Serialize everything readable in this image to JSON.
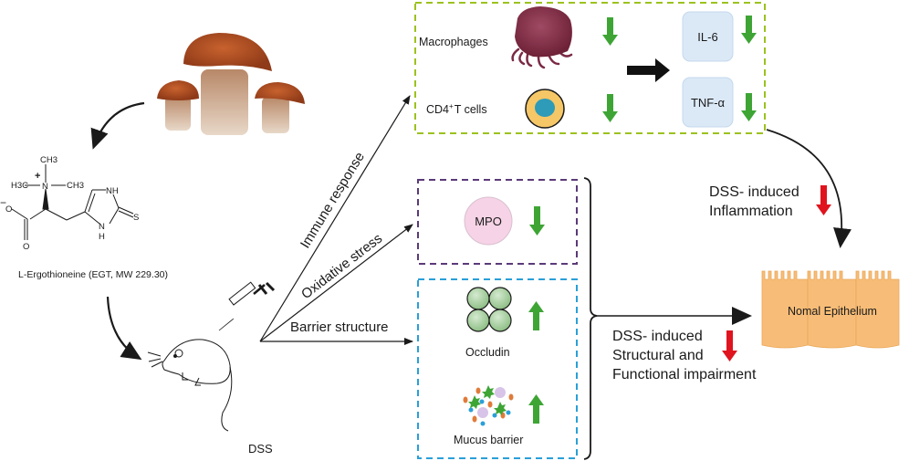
{
  "compound": {
    "label": "L-Ergothioneine (EGT, MW 229.30)",
    "atoms": {
      "ch3_top": "CH3",
      "h3c_left": "H3C",
      "ch3_right": "CH3",
      "n_plus": "N",
      "charge_plus": "+",
      "charge_minus": "−",
      "o_carboxylate": "O",
      "o_carbonyl": "O",
      "nh_top": "NH",
      "nh_bottom_n": "N",
      "nh_bottom_h": "H",
      "s": "S"
    }
  },
  "model": {
    "label": "DSS"
  },
  "pathways": {
    "immune": "Immune response",
    "oxidative": "Oxidative stress",
    "barrier": "Barrier structure"
  },
  "immune_box": {
    "color": "#9bc21e",
    "macrophages": "Macrophages",
    "cd4": "CD4",
    "cd4_sup": "+",
    "cd4_suffix": "T cells",
    "il6": "IL-6",
    "tnf": "TNF-α"
  },
  "oxidative_box": {
    "color": "#5a3a78",
    "mpo": "MPO"
  },
  "barrier_box": {
    "color": "#2a9fd8",
    "occludin": "Occludin",
    "mucus": "Mucus barrier"
  },
  "outcomes": {
    "inflammation_line1": "DSS- induced",
    "inflammation_line2": "Inflammation",
    "structural_line1": "DSS- induced",
    "structural_line2": "Structural and",
    "structural_line3": "Functional impairment",
    "epithelium": "Nomal Epithelium"
  },
  "colors": {
    "arrow_down_green": "#3ea535",
    "arrow_up_green": "#3ea535",
    "arrow_red": "#e0141e",
    "epithelium": "#f7bd78",
    "cytokine_box": "#dbe9f7",
    "mpo_circle": "#f6d3e6"
  }
}
